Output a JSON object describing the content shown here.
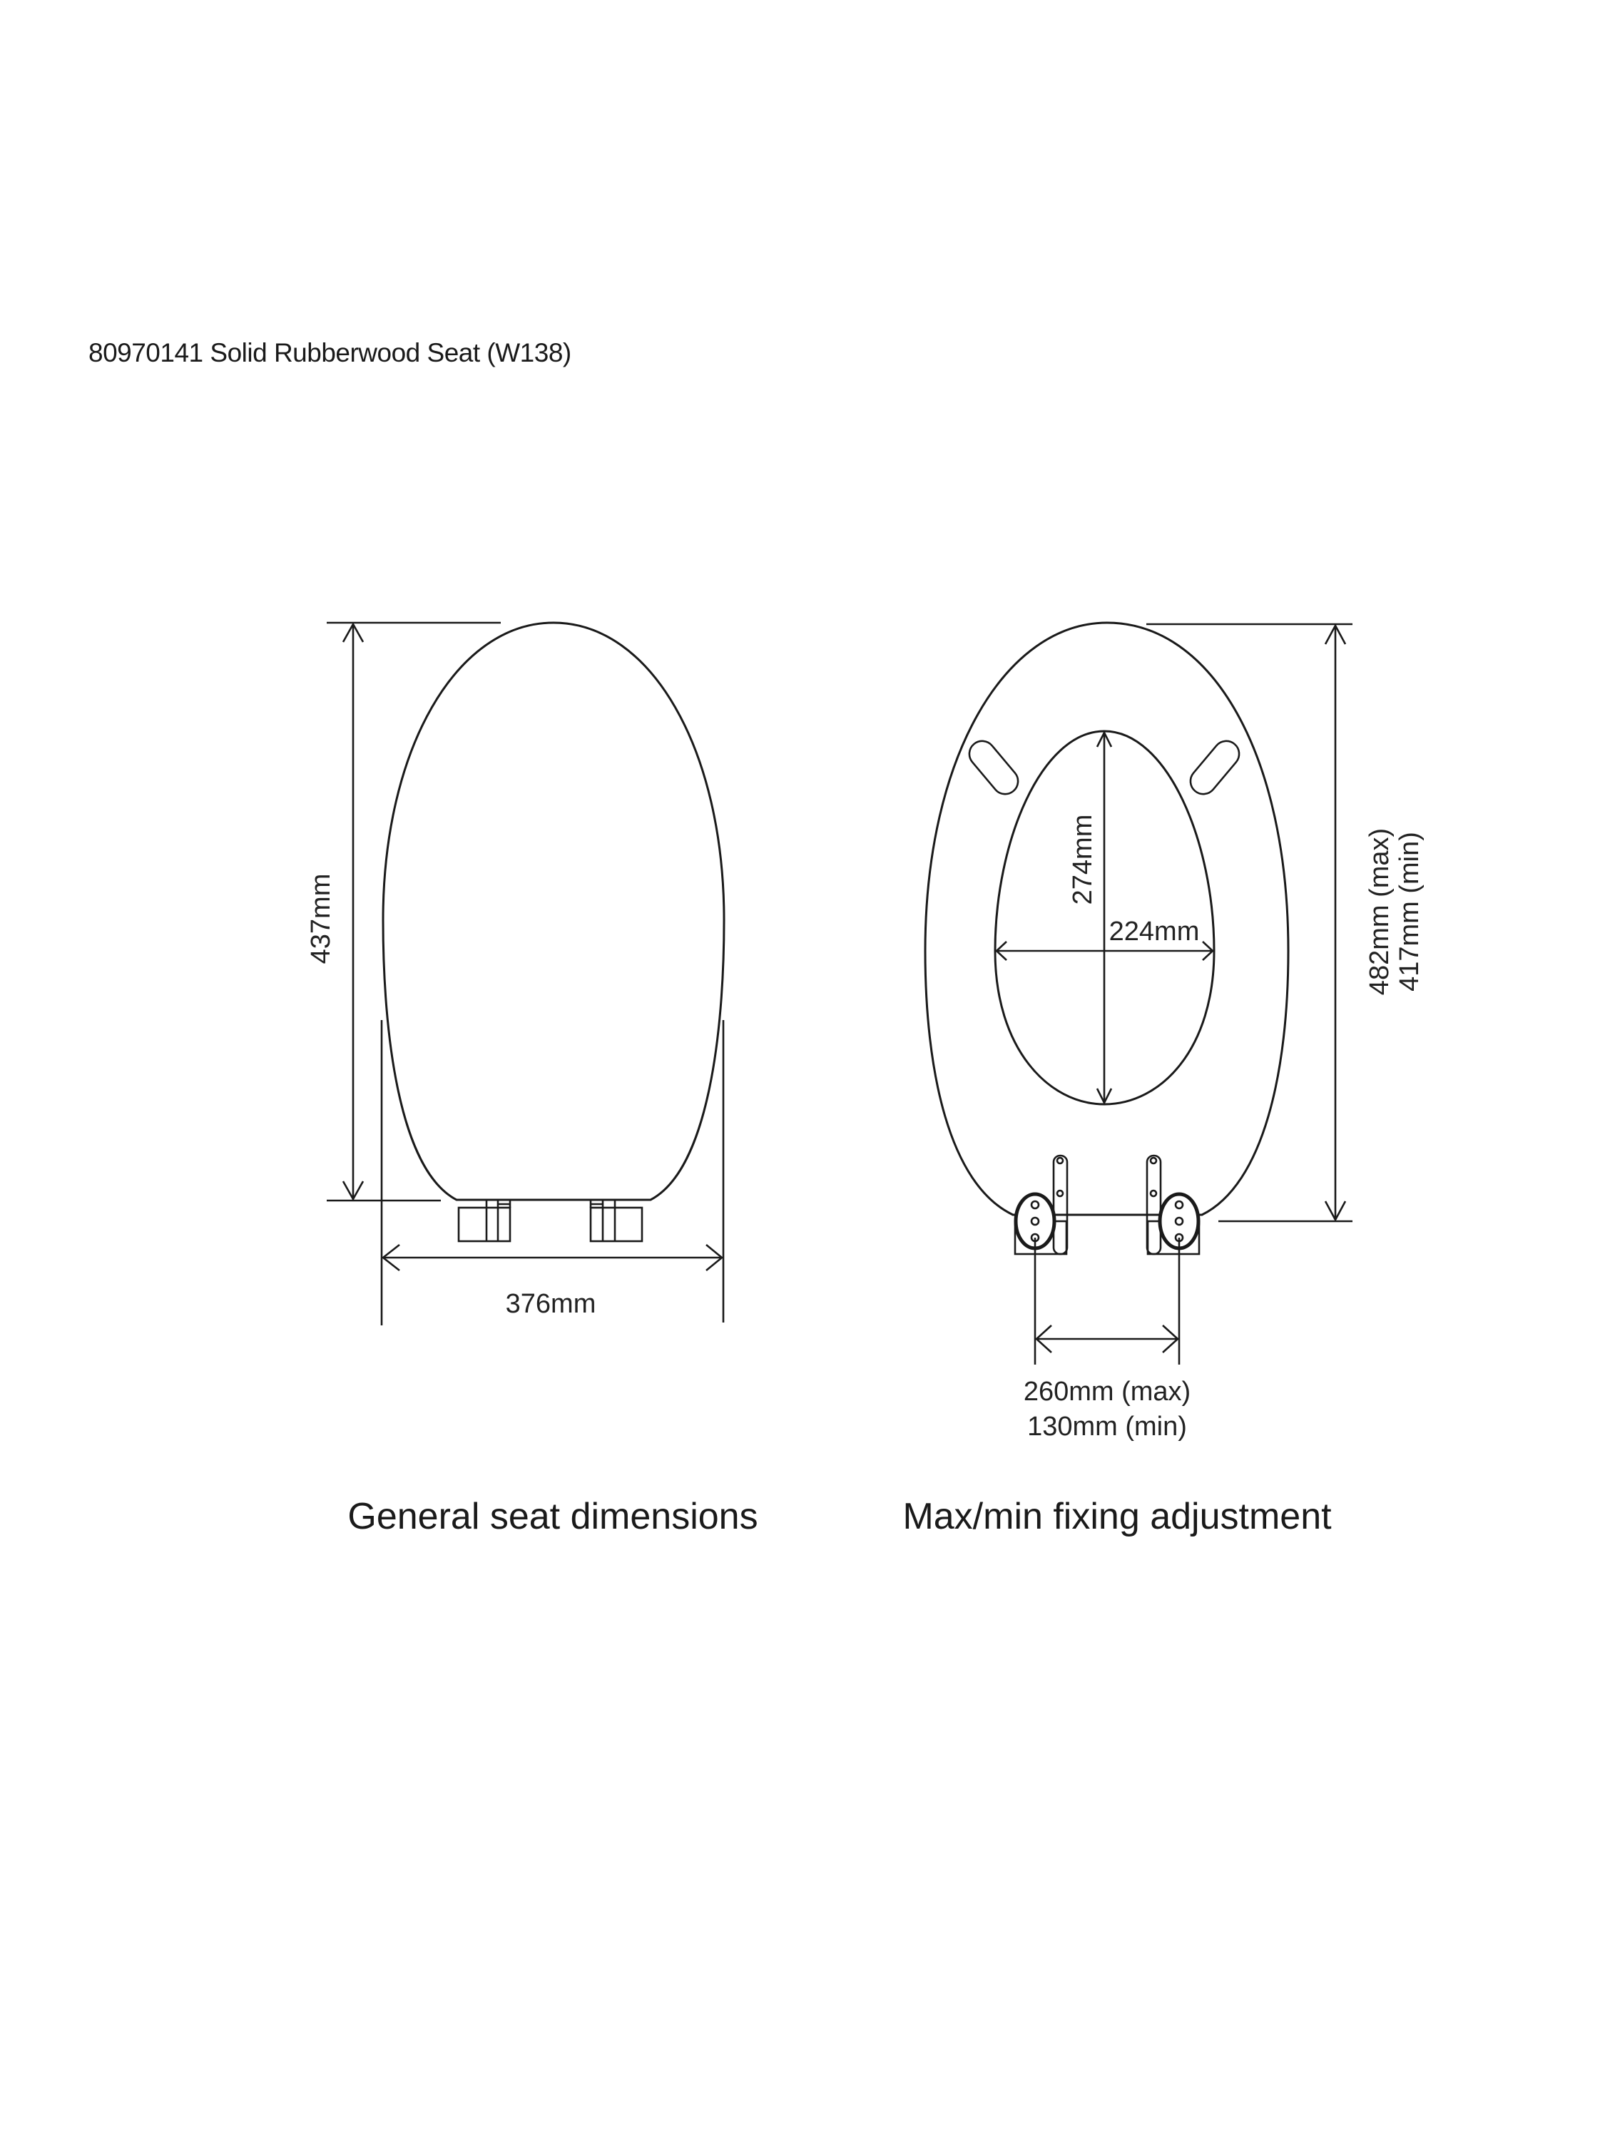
{
  "document": {
    "title": "80970141 Solid Rubberwood Seat (W138)"
  },
  "left_figure": {
    "caption": "General seat dimensions",
    "dimensions": {
      "height": "437mm",
      "width": "376mm"
    }
  },
  "right_figure": {
    "caption": "Max/min fixing adjustment",
    "dimensions": {
      "opening_length": "274mm",
      "opening_width": "224mm",
      "seat_length_max": "482mm (max)",
      "seat_length_min": "417mm (min)",
      "fixing_max": "260mm (max)",
      "fixing_min": "130mm (min)"
    }
  },
  "colors": {
    "line": "#1a1a1a",
    "background": "#ffffff"
  }
}
